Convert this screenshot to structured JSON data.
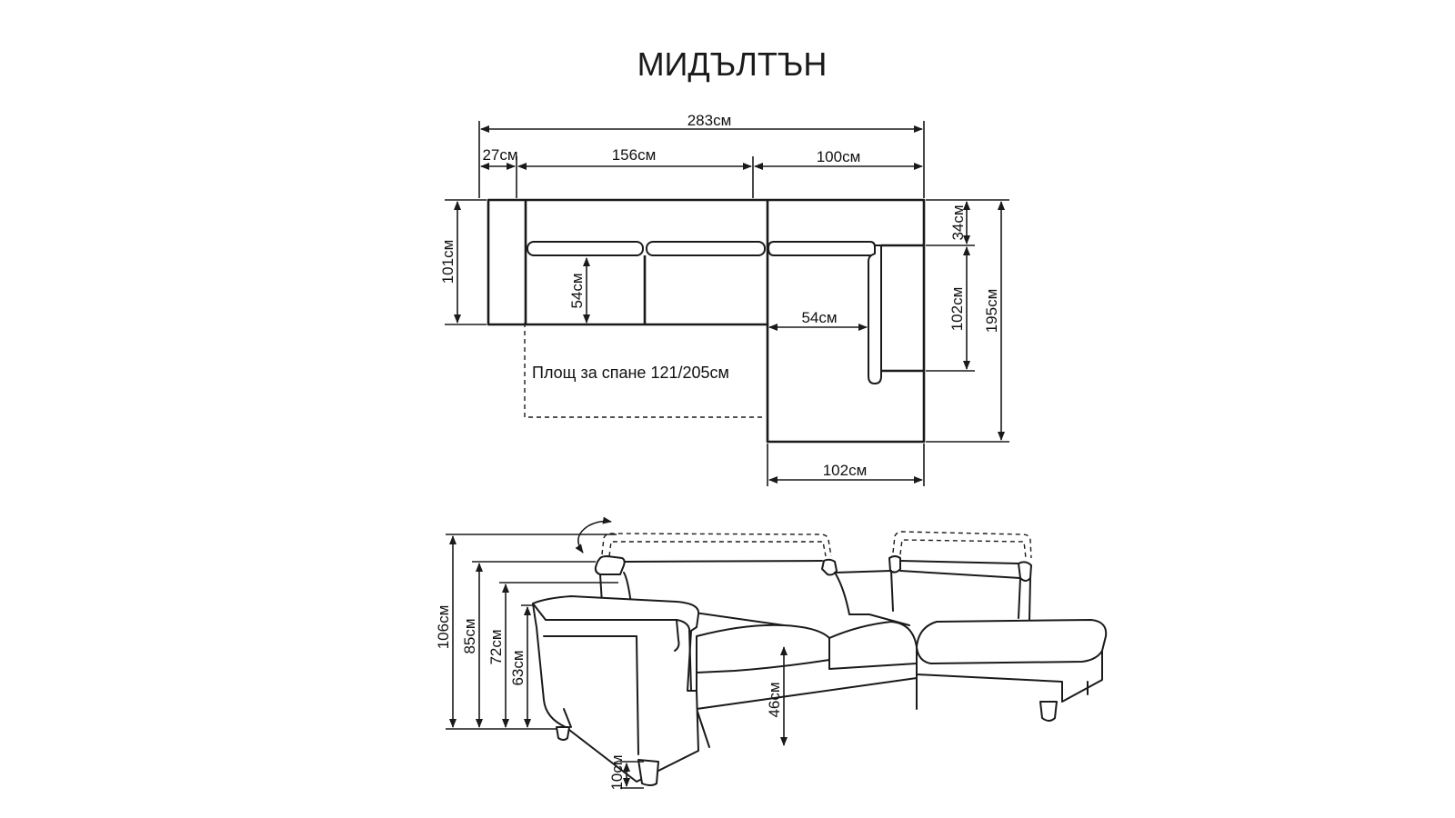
{
  "title": "МИДЪЛТЪН",
  "dimensions": {
    "total_width": "283см",
    "armrest_width": "27см",
    "sofa_width": "156см",
    "chaise_width": "100см",
    "depth": "101см",
    "seat_depth": "54см",
    "chaise_back_depth": "34см",
    "chaise_seat_length": "102см",
    "chaise_total_length": "195см",
    "chaise_seat_width": "54см",
    "chaise_bottom_width": "102см",
    "height_headrest_up": "106см",
    "height_headrest_down": "85см",
    "height_back": "72см",
    "height_armrest": "63см",
    "height_seat": "46см",
    "height_legs": "10см"
  },
  "sleeping_area_label": "Площ за спане 121/205см",
  "colors": {
    "line": "#1a1a1a",
    "background": "#ffffff"
  }
}
